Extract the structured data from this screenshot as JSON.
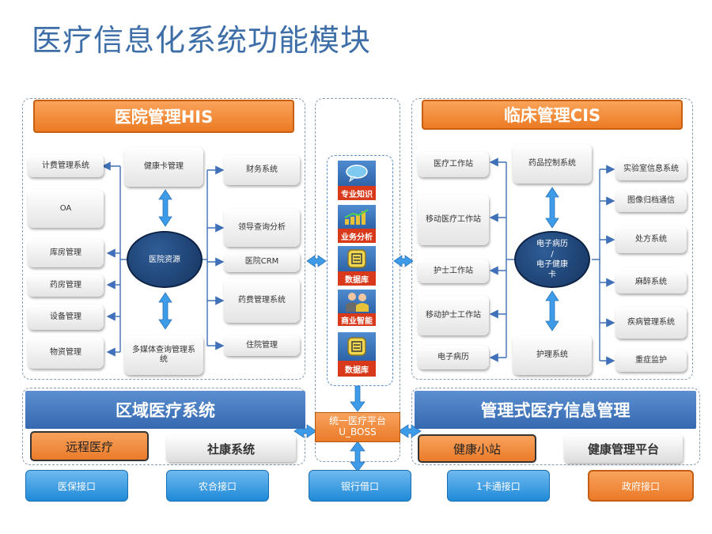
{
  "title": "医疗信息化系统功能模块",
  "his": {
    "header": "医院管理HIS",
    "center": "医院资源",
    "left": [
      "计费管理系统",
      "OA",
      "库房管理",
      "药房管理",
      "设备管理",
      "物资管理"
    ],
    "top": "健康卡管理",
    "bottom": "多媒体查询管理系统",
    "right": [
      "财务系统",
      "领导查询分析",
      "医院CRM",
      "药费管理系统",
      "住院管理"
    ]
  },
  "middle": {
    "items": [
      "专业知识",
      "业务分析",
      "数据库",
      "商业智能",
      "数据库"
    ],
    "platform_line1": "统一医疗平台",
    "platform_line2": "U_BOSS"
  },
  "cis": {
    "header": "临床管理CIS",
    "center_lines": [
      "电子病历",
      "/",
      "电子健康",
      "卡"
    ],
    "left": [
      "医疗工作站",
      "移动医疗工作站",
      "护士工作站",
      "移动护士工作站",
      "电子病历"
    ],
    "top": "药品控制系统",
    "bottom": "护理系统",
    "right": [
      "实验室信息系统",
      "图像归档通信",
      "处方系统",
      "麻醉系统",
      "疾病管理系统",
      "重症监护"
    ]
  },
  "regional": {
    "band": "区域医疗系统",
    "buttons": [
      "远程医疗",
      "社康系统"
    ]
  },
  "management": {
    "band": "管理式医疗信息管理",
    "buttons": [
      "健康小站",
      "健康管理平台"
    ]
  },
  "bottom_row": [
    "医保接口",
    "农合接口",
    "银行借口",
    "1卡通接口",
    "政府接口"
  ],
  "colors": {
    "title": "#3d6ea8",
    "orange": "#ec7b24",
    "blue": "#3469b0",
    "navy": "#15345f",
    "arrow": "#3d9be8"
  }
}
